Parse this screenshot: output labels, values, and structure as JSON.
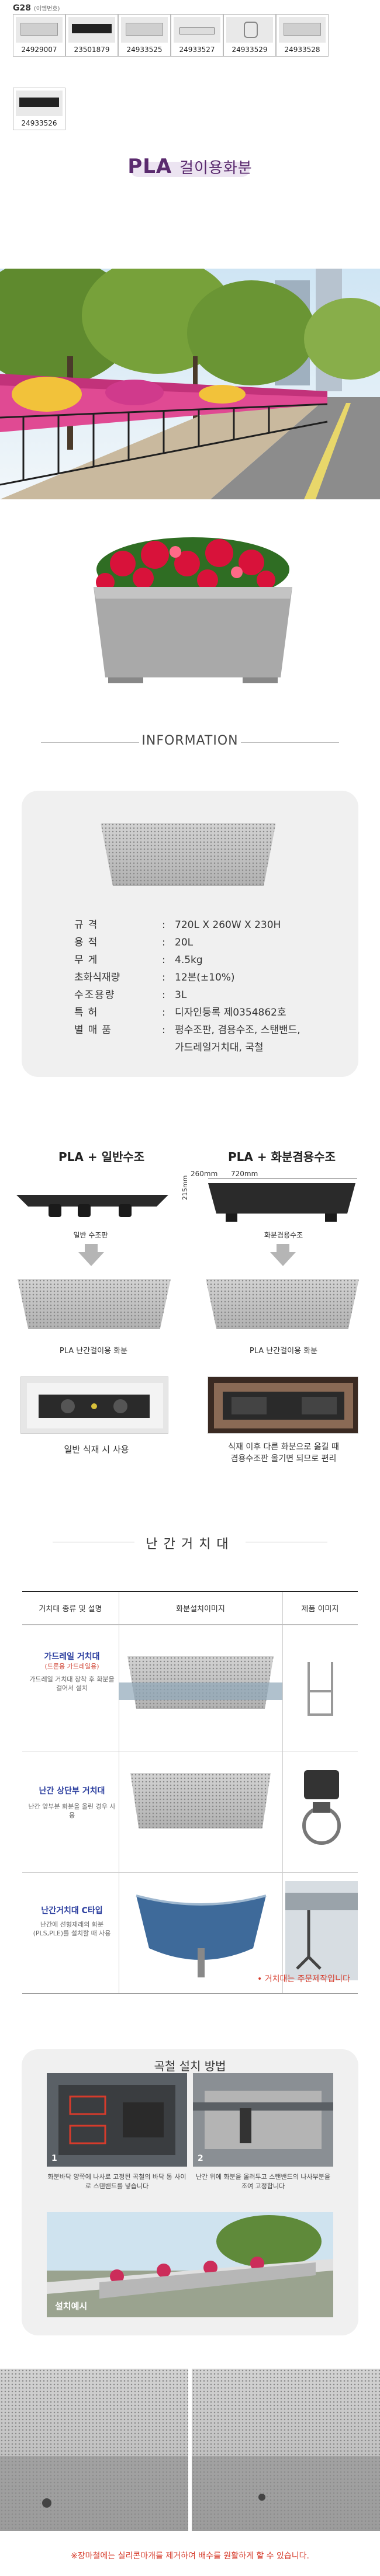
{
  "header": {
    "series": "G28",
    "series_note": "(이엠번호)"
  },
  "variants": [
    {
      "code": "24929007",
      "icon": "planter-light-icon"
    },
    {
      "code": "23501879",
      "icon": "planter-dark-icon"
    },
    {
      "code": "24933525",
      "icon": "planter-light-icon"
    },
    {
      "code": "24933527",
      "icon": "planter-tray-icon"
    },
    {
      "code": "24933529",
      "icon": "planter-bracket-icon"
    },
    {
      "code": "24933528",
      "icon": "planter-light-icon"
    },
    {
      "code": "24933526",
      "icon": "planter-dark-icon"
    }
  ],
  "title": {
    "latin": "PLA",
    "korean": "걸이용화분"
  },
  "info": {
    "heading": "INFORMATION",
    "specs": [
      {
        "key": "규격",
        "value": "720L X 260W X 230H"
      },
      {
        "key": "용적",
        "value": "20L"
      },
      {
        "key": "무게",
        "value": "4.5kg"
      },
      {
        "key": "초화식재량",
        "value": "12본(±10%)"
      },
      {
        "key": "수조용량",
        "value": "3L"
      },
      {
        "key": "특허",
        "value": "디자인등록 제0354862호"
      },
      {
        "key": "별매품",
        "value": "평수조판, 겸용수조, 스탠밴드,"
      },
      {
        "key": "",
        "value": "가드레일거치대, 국철"
      }
    ]
  },
  "comparison": {
    "left": {
      "heading": "PLA + 일반수조",
      "part_label": "일반 수조판",
      "planter_label": "PLA 난간걸이용 화분",
      "caption": "일반 식재 시 사용"
    },
    "right": {
      "heading": "PLA + 화분겸용수조",
      "dim_width": "720mm",
      "dim_depth": "260mm",
      "dim_height": "215mm",
      "part_label": "화분겸용수조",
      "planter_label": "PLA 난간걸이용 화분",
      "caption_line1": "식재 이후 다른 화분으로 옮길 때",
      "caption_line2": "겸용수조판 올기면 되므로 편리"
    }
  },
  "railing": {
    "heading": "난간거치대",
    "columns": [
      "거치대 종류 및 설명",
      "화분설치이미지",
      "제품 이미지"
    ],
    "rows": [
      {
        "name": "가드레일 거치대",
        "sub": "(드론용 가드레일용)",
        "desc": "가드레일 거치대 장착 후 화분을 걸어서 설치"
      },
      {
        "name": "난간 상단부 거치대",
        "sub": "",
        "desc": "난간 앞부분 화분을 올린 경우 사용"
      },
      {
        "name": "난간거치대 C타입",
        "sub": "",
        "desc": "난간에 선형재래의 화분(PLS,PLE)를 설치할 때 사용"
      }
    ],
    "note": "• 거치대는 주문제작입니다"
  },
  "install": {
    "heading": "곡철 설치 방법",
    "step1": "화분바닥 양쪽에 나사로 고정된 곡철의 바닥 통 사이로 스탠밴드를 넣습니다",
    "step2": "난간 위에 화분을 올려두고 스탠밴드의 나사부분을 조여 고정합니다",
    "photo_label": "설치예시",
    "step1_num": "1",
    "step2_num": "2"
  },
  "footer": {
    "note": "※장마철에는 실리콘마개를 제거하여 배수를 원활하게 할 수 있습니다."
  },
  "colors": {
    "title_purple": "#5a2a6e",
    "accent_red": "#d63b2b",
    "railing_name_blue": "#2a3d9e"
  }
}
